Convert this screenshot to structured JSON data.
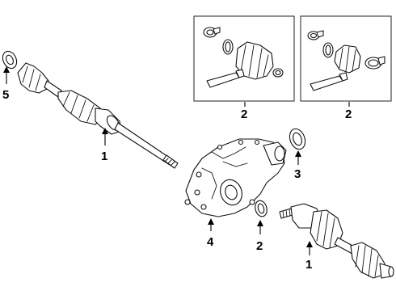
{
  "callouts": [
    {
      "id": "c5",
      "label": "5"
    },
    {
      "id": "c1a",
      "label": "1"
    },
    {
      "id": "c2a",
      "label": "2"
    },
    {
      "id": "c2b",
      "label": "2"
    },
    {
      "id": "c3",
      "label": "3"
    },
    {
      "id": "c4",
      "label": "4"
    },
    {
      "id": "c2c",
      "label": "2"
    },
    {
      "id": "c1b",
      "label": "1"
    }
  ]
}
